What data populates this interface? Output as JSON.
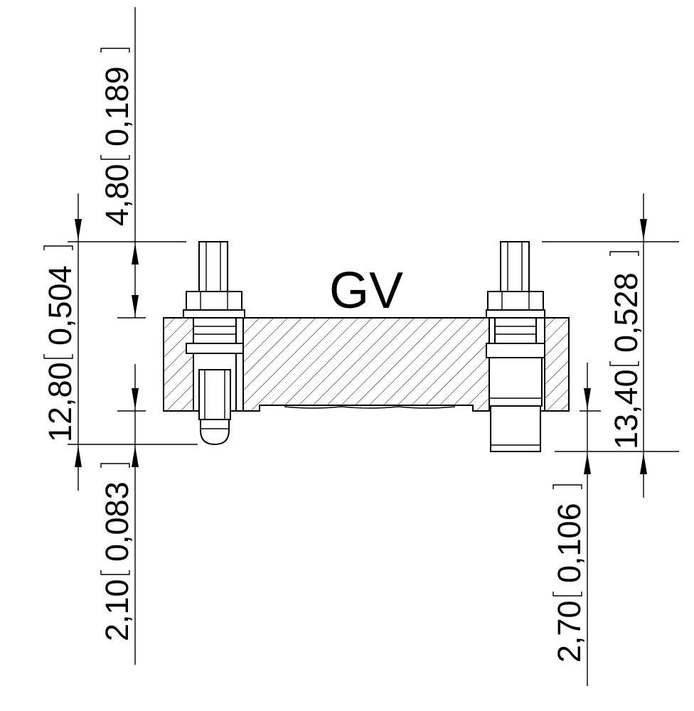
{
  "label": "GV",
  "dimensions": {
    "top_left": {
      "value": "4,80",
      "inch": "0,189"
    },
    "left": {
      "value": "12,80",
      "inch": "0,504"
    },
    "bottom_left": {
      "value": "2,10",
      "inch": "0,083"
    },
    "right": {
      "value": "13,40",
      "inch": "0,528"
    },
    "bottom_right": {
      "value": "2,70",
      "inch": "0,106"
    }
  }
}
